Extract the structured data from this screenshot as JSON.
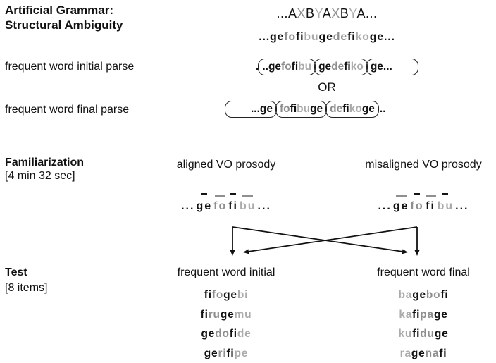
{
  "colors": {
    "text_black": "#111111",
    "gray_medium_x": "#8e8e8e",
    "gray_light_y": "#ababab",
    "prosody_dash_gray": "#8f8f8f",
    "box_border": "#222222"
  },
  "grammar": {
    "title_line1": "Artificial Grammar:",
    "title_line2": "Structural Ambiguity",
    "abstract": [
      {
        "t": "...",
        "c": "d"
      },
      {
        "t": "A",
        "c": "k"
      },
      {
        "t": "X",
        "c": "x"
      },
      {
        "t": "B",
        "c": "k"
      },
      {
        "t": "Y",
        "c": "y"
      },
      {
        "t": "A",
        "c": "k"
      },
      {
        "t": "X",
        "c": "x"
      },
      {
        "t": "B",
        "c": "k"
      },
      {
        "t": "Y",
        "c": "y"
      },
      {
        "t": "A",
        "c": "k"
      },
      {
        "t": "...",
        "c": "d"
      }
    ],
    "surface": [
      {
        "t": "...",
        "c": "d"
      },
      {
        "t": "ge",
        "c": "k"
      },
      {
        "t": "fo",
        "c": "x"
      },
      {
        "t": "fi",
        "c": "k"
      },
      {
        "t": "bu",
        "c": "y"
      },
      {
        "t": "ge",
        "c": "k"
      },
      {
        "t": "de",
        "c": "x"
      },
      {
        "t": "fi",
        "c": "k"
      },
      {
        "t": "ko",
        "c": "y"
      },
      {
        "t": "ge",
        "c": "k"
      },
      {
        "t": "...",
        "c": "d"
      }
    ],
    "initial_parse": {
      "label": "frequent word initial parse",
      "leading": ".",
      "box1": [
        {
          "t": "..",
          "c": "d"
        },
        {
          "t": "ge",
          "c": "k"
        },
        {
          "t": "fo",
          "c": "x"
        },
        {
          "t": "fi",
          "c": "k"
        },
        {
          "t": "bu",
          "c": "y"
        }
      ],
      "box2": [
        {
          "t": "ge",
          "c": "k"
        },
        {
          "t": "de",
          "c": "x"
        },
        {
          "t": "fi",
          "c": "k"
        },
        {
          "t": "ko",
          "c": "y"
        }
      ],
      "box3": [
        {
          "t": "ge",
          "c": "k"
        },
        {
          "t": "...",
          "c": "d"
        }
      ]
    },
    "or_label": "OR",
    "final_parse": {
      "label": "frequent word final parse",
      "box1": [
        {
          "t": "...",
          "c": "d"
        },
        {
          "t": "ge",
          "c": "k"
        }
      ],
      "box2": [
        {
          "t": "fo",
          "c": "x"
        },
        {
          "t": "fi",
          "c": "k"
        },
        {
          "t": "bu",
          "c": "y"
        },
        {
          "t": "ge",
          "c": "k"
        }
      ],
      "box3": [
        {
          "t": "de",
          "c": "x"
        },
        {
          "t": "fi",
          "c": "k"
        },
        {
          "t": "ko",
          "c": "y"
        },
        {
          "t": "ge",
          "c": "k"
        }
      ],
      "trailing": ".."
    }
  },
  "familiarization": {
    "title": "Familiarization",
    "subtitle": "[4 min 32 sec]",
    "aligned": {
      "header": "aligned VO prosody",
      "units": [
        {
          "t": "...",
          "c": "d",
          "m": ""
        },
        {
          "t": "ge",
          "c": "k",
          "m": "hb"
        },
        {
          "t": "fo",
          "c": "x",
          "m": "lg"
        },
        {
          "t": "fi",
          "c": "k",
          "m": "hb"
        },
        {
          "t": "bu",
          "c": "y",
          "m": "lg"
        },
        {
          "t": "...",
          "c": "d",
          "m": ""
        }
      ]
    },
    "misaligned": {
      "header": "misaligned VO prosody",
      "units": [
        {
          "t": "...",
          "c": "d",
          "m": ""
        },
        {
          "t": "ge",
          "c": "k",
          "m": "lg"
        },
        {
          "t": "fo",
          "c": "x",
          "m": "hb"
        },
        {
          "t": "fi",
          "c": "k",
          "m": "lg"
        },
        {
          "t": "bu",
          "c": "y",
          "m": "hb"
        },
        {
          "t": "...",
          "c": "d",
          "m": ""
        }
      ]
    }
  },
  "test": {
    "title": "Test",
    "subtitle": "[8 items]",
    "initial": {
      "header": "frequent word initial",
      "items": [
        [
          {
            "t": "fi",
            "c": "k"
          },
          {
            "t": "fo",
            "c": "x"
          },
          {
            "t": "ge",
            "c": "k"
          },
          {
            "t": "bi",
            "c": "y"
          }
        ],
        [
          {
            "t": "fi",
            "c": "k"
          },
          {
            "t": "ru",
            "c": "x"
          },
          {
            "t": "ge",
            "c": "k"
          },
          {
            "t": "mu",
            "c": "y"
          }
        ],
        [
          {
            "t": "ge",
            "c": "k"
          },
          {
            "t": "do",
            "c": "x"
          },
          {
            "t": "fi",
            "c": "k"
          },
          {
            "t": "de",
            "c": "y"
          }
        ],
        [
          {
            "t": "ge",
            "c": "k"
          },
          {
            "t": "ri",
            "c": "x"
          },
          {
            "t": "fi",
            "c": "k"
          },
          {
            "t": "pe",
            "c": "y"
          }
        ]
      ]
    },
    "final": {
      "header": "frequent word final",
      "items": [
        [
          {
            "t": "ba",
            "c": "y"
          },
          {
            "t": "ge",
            "c": "k"
          },
          {
            "t": "bo",
            "c": "x"
          },
          {
            "t": "fi",
            "c": "k"
          }
        ],
        [
          {
            "t": "ka",
            "c": "y"
          },
          {
            "t": "fi",
            "c": "k"
          },
          {
            "t": "pa",
            "c": "x"
          },
          {
            "t": "ge",
            "c": "k"
          }
        ],
        [
          {
            "t": "ku",
            "c": "y"
          },
          {
            "t": "fi",
            "c": "k"
          },
          {
            "t": "du",
            "c": "x"
          },
          {
            "t": "ge",
            "c": "k"
          }
        ],
        [
          {
            "t": "ra",
            "c": "y"
          },
          {
            "t": "ge",
            "c": "k"
          },
          {
            "t": "na",
            "c": "x"
          },
          {
            "t": "fi",
            "c": "k"
          }
        ]
      ]
    }
  }
}
